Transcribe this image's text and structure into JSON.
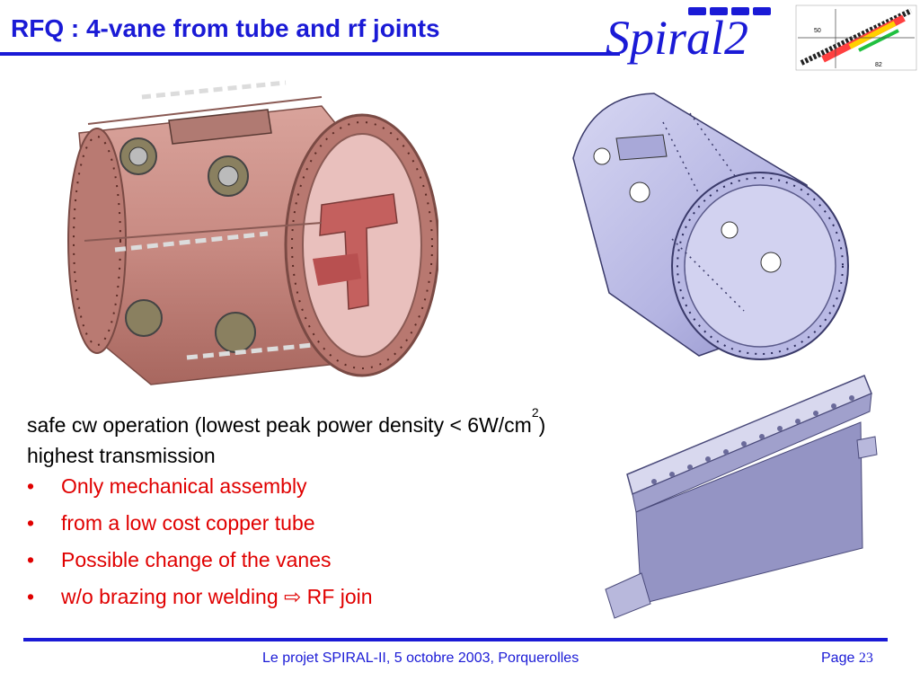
{
  "slide": {
    "title": "RFQ : 4-vane from tube and rf joints",
    "logo_text": "Spiral2",
    "logo_axis_labels": [
      "50",
      "82"
    ],
    "body_line1": "safe cw operation (lowest peak power density < 6W/cm",
    "body_line1_sup": "2",
    "body_line1_end": ")",
    "body_line2": "highest transmission",
    "bullets": [
      "Only mechanical assembly",
      "from a low cost copper tube",
      "Possible change of the vanes",
      "w/o brazing nor welding ⇨ RF join"
    ],
    "bullet_char": "•"
  },
  "footer": {
    "text": "Le projet SPIRAL-II, 5 octobre 2003, Porquerolles",
    "page_label": "Page",
    "page_number": "23"
  },
  "colors": {
    "accent_blue": "#1a1ad6",
    "bullet_red": "#e00000",
    "copper": "#c98d85",
    "steel": "#b8b8e6"
  },
  "images": {
    "pink_assembly": "4-vane RFQ assembly cutaway",
    "blue_tube": "copper tube with holes",
    "vane": "single RFQ vane"
  }
}
